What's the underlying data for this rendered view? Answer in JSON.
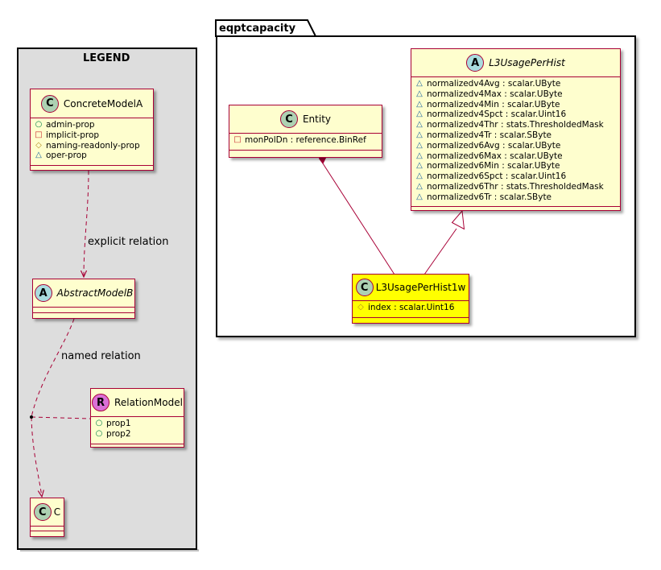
{
  "legend": {
    "title": "LEGEND",
    "concrete_model": {
      "name": "ConcreteModelA",
      "badge": "C",
      "attributes": [
        {
          "vis": "+",
          "name": "admin-prop"
        },
        {
          "vis": "-",
          "name": "implicit-prop"
        },
        {
          "vis": "#",
          "name": "naming-readonly-prop"
        },
        {
          "vis": "~",
          "name": "oper-prop"
        }
      ]
    },
    "abstract_model": {
      "name": "AbstractModelB",
      "badge": "A"
    },
    "relation_model": {
      "name": "RelationModel",
      "badge": "R",
      "attributes": [
        {
          "vis": "+",
          "name": "prop1"
        },
        {
          "vis": "+",
          "name": "prop2"
        }
      ]
    },
    "c_model": {
      "name": "C",
      "badge": "C"
    },
    "explicit_relation_label": "explicit relation",
    "named_relation_label": "named relation"
  },
  "package": {
    "name": "eqptcapacity",
    "entity": {
      "name": "Entity",
      "badge": "C",
      "attributes": [
        {
          "vis": "-",
          "name": "monPolDn : reference.BinRef"
        }
      ]
    },
    "l3usage": {
      "name": "L3UsagePerHist",
      "badge": "A",
      "attributes": [
        {
          "vis": "~",
          "name": "normalizedv4Avg : scalar.UByte"
        },
        {
          "vis": "~",
          "name": "normalizedv4Max : scalar.UByte"
        },
        {
          "vis": "~",
          "name": "normalizedv4Min : scalar.UByte"
        },
        {
          "vis": "~",
          "name": "normalizedv4Spct : scalar.Uint16"
        },
        {
          "vis": "~",
          "name": "normalizedv4Thr : stats.ThresholdedMask"
        },
        {
          "vis": "~",
          "name": "normalizedv4Tr : scalar.SByte"
        },
        {
          "vis": "~",
          "name": "normalizedv6Avg : scalar.UByte"
        },
        {
          "vis": "~",
          "name": "normalizedv6Max : scalar.UByte"
        },
        {
          "vis": "~",
          "name": "normalizedv6Min : scalar.UByte"
        },
        {
          "vis": "~",
          "name": "normalizedv6Spct : scalar.Uint16"
        },
        {
          "vis": "~",
          "name": "normalizedv6Thr : stats.ThresholdedMask"
        },
        {
          "vis": "~",
          "name": "normalizedv6Tr : scalar.SByte"
        }
      ]
    },
    "l3usage1w": {
      "name": "L3UsagePerHist1w",
      "badge": "C",
      "attributes": [
        {
          "vis": "#",
          "name": "index : scalar.Uint16"
        }
      ]
    }
  },
  "colors": {
    "class_fill": "#fefece",
    "class_border": "#a80036",
    "highlight_fill": "#ffff00",
    "legend_fill": "#dddddd"
  }
}
